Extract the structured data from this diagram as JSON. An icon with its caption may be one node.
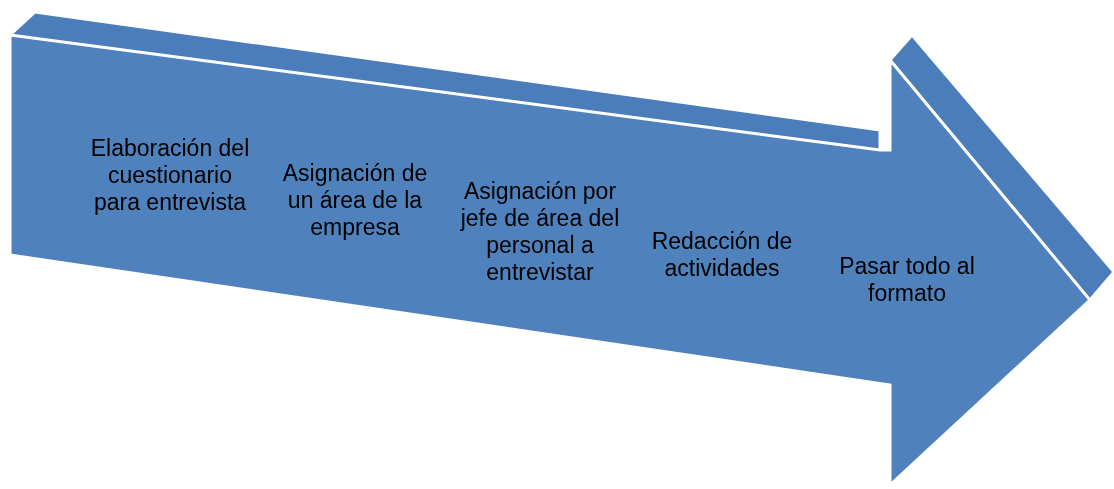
{
  "diagram": {
    "nodes": [
      {
        "text": [
          "Elaboración del cuestionario para entrevista",
          "Asignación de un área de la empresa",
          "Asignación por jefe de área del personal a entrevistar",
          "Redacción de actividades",
          "Pasar todo al formato"
        ]
      }
    ]
  }
}
